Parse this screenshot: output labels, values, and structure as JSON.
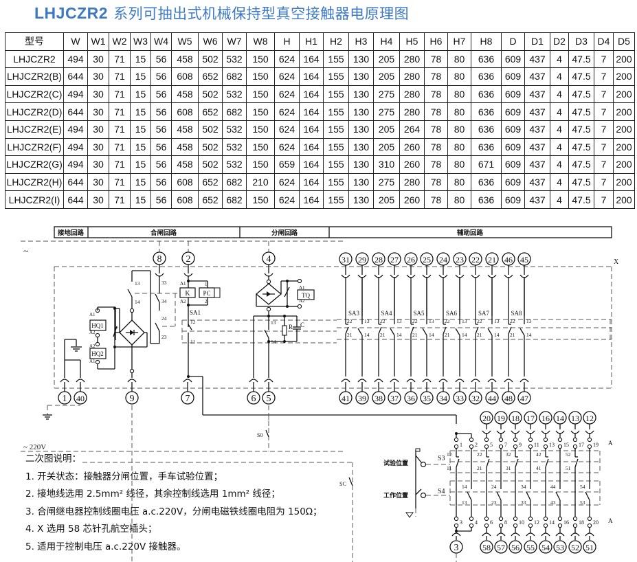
{
  "title": {
    "model": "LHJCZR2",
    "text": "系列可抽出式机械保持型真空接触器电原理图"
  },
  "table": {
    "headers": [
      "型号",
      "W",
      "W1",
      "W2",
      "W3",
      "W4",
      "W5",
      "W6",
      "W7",
      "W8",
      "H",
      "H1",
      "H2",
      "H3",
      "H4",
      "H5",
      "H6",
      "H7",
      "H8",
      "D",
      "D1",
      "D2",
      "D3",
      "D4",
      "D5"
    ],
    "rows": [
      [
        "LHJCZR2",
        "494",
        "30",
        "71",
        "15",
        "56",
        "458",
        "502",
        "532",
        "150",
        "624",
        "164",
        "155",
        "130",
        "205",
        "280",
        "78",
        "80",
        "636",
        "609",
        "437",
        "4",
        "47.5",
        "7",
        "200"
      ],
      [
        "LHJCZR2(B)",
        "644",
        "30",
        "71",
        "15",
        "56",
        "608",
        "652",
        "682",
        "150",
        "624",
        "164",
        "155",
        "130",
        "205",
        "280",
        "78",
        "80",
        "636",
        "609",
        "437",
        "4",
        "47.5",
        "7",
        "200"
      ],
      [
        "LHJCZR2(C)",
        "494",
        "30",
        "71",
        "15",
        "56",
        "458",
        "502",
        "532",
        "150",
        "624",
        "164",
        "155",
        "130",
        "275",
        "280",
        "78",
        "80",
        "636",
        "609",
        "437",
        "4",
        "47.5",
        "7",
        "200"
      ],
      [
        "LHJCZR2(D)",
        "644",
        "30",
        "71",
        "15",
        "56",
        "608",
        "652",
        "682",
        "150",
        "624",
        "164",
        "155",
        "130",
        "275",
        "280",
        "78",
        "80",
        "636",
        "609",
        "437",
        "4",
        "47.5",
        "7",
        "200"
      ],
      [
        "LHJCZR2(E)",
        "494",
        "30",
        "71",
        "15",
        "56",
        "458",
        "502",
        "532",
        "150",
        "624",
        "164",
        "155",
        "130",
        "205",
        "264",
        "78",
        "80",
        "636",
        "609",
        "437",
        "4",
        "47.5",
        "7",
        "200"
      ],
      [
        "LHJCZR2(F)",
        "494",
        "30",
        "71",
        "15",
        "56",
        "458",
        "502",
        "532",
        "150",
        "624",
        "164",
        "155",
        "130",
        "205",
        "260",
        "78",
        "80",
        "636",
        "609",
        "437",
        "4",
        "47.5",
        "7",
        "200"
      ],
      [
        "LHJCZR2(G)",
        "494",
        "30",
        "71",
        "15",
        "56",
        "458",
        "502",
        "532",
        "150",
        "659",
        "164",
        "155",
        "130",
        "310",
        "260",
        "78",
        "80",
        "671",
        "609",
        "437",
        "4",
        "47.5",
        "7",
        "200"
      ],
      [
        "LHJCZR2(H)",
        "644",
        "30",
        "71",
        "15",
        "56",
        "608",
        "652",
        "682",
        "210",
        "624",
        "164",
        "155",
        "130",
        "275",
        "280",
        "78",
        "80",
        "636",
        "609",
        "437",
        "4",
        "47.5",
        "7",
        "200"
      ],
      [
        "LHJCZR2(I)",
        "644",
        "30",
        "71",
        "15",
        "56",
        "608",
        "652",
        "682",
        "150",
        "624",
        "164",
        "155",
        "130",
        "205",
        "260",
        "78",
        "80",
        "636",
        "609",
        "437",
        "4",
        "47.5",
        "7",
        "200"
      ]
    ]
  },
  "schematic": {
    "sections": [
      "接地回路",
      "合闸回路",
      "分闸回路",
      "辅助回路"
    ],
    "supply_symbol": "~",
    "supply_label": "~ 220V",
    "plug_label": "X",
    "terminal_row_label": "A",
    "top_terminals_main": [
      "8",
      "2",
      "4"
    ],
    "top_terminals_aux": [
      "31",
      "29",
      "28",
      "27",
      "26",
      "25",
      "24",
      "23",
      "22",
      "21",
      "46",
      "45"
    ],
    "bottom_terminals_left": [
      "1",
      "40",
      "9",
      "7",
      "6",
      "5"
    ],
    "bottom_terminals_aux": [
      "41",
      "39",
      "38",
      "37",
      "36",
      "35",
      "34",
      "33",
      "32",
      "44",
      "48",
      "47"
    ],
    "aux_switches": [
      "SA3",
      "SA4",
      "SA5",
      "SA6",
      "SA7",
      "SA8"
    ],
    "aux_contact_numbers": [
      "22",
      "13",
      "21",
      "14"
    ],
    "closing": {
      "coils": [
        "HQ1",
        "HQ2"
      ],
      "coil_pins": [
        "A1",
        "A2",
        "A2",
        "A1"
      ],
      "relay": "K",
      "counter": "PC",
      "relay_pins": [
        "A1",
        "A2"
      ],
      "counter_pins": [
        "1",
        "2"
      ],
      "switch": "SA1",
      "switch_pins": [
        "12",
        "11"
      ],
      "contacts": [
        "13",
        "14",
        "33",
        "34",
        "24",
        "23"
      ]
    },
    "opening": {
      "coil": "TQ",
      "coil_pins": [
        "A1",
        "A2"
      ],
      "resistor": "R",
      "capacitor": "C",
      "contacts": [
        "13",
        "14"
      ]
    },
    "sw_S0": "S0",
    "sw_SC": "SC",
    "position_switch": {
      "labels": [
        "试验位置",
        "工作位置"
      ],
      "S3": "S3",
      "S4": "S4",
      "top_terminals": [
        "20",
        "19",
        "18",
        "17",
        "16",
        "14",
        "13",
        "12"
      ],
      "bottom_terminals": [
        "3",
        "58",
        "57",
        "56",
        "55",
        "54",
        "53",
        "52",
        "51"
      ],
      "top_pins": [
        "1",
        "2",
        "5",
        "7",
        "9",
        "11",
        "13",
        "15",
        "17",
        "19"
      ],
      "bottom_pins": [
        "3",
        "4",
        "6",
        "8",
        "10",
        "12",
        "14",
        "16",
        "18",
        "20"
      ],
      "s3_contacts": [
        [
          "12",
          "11"
        ],
        [
          "22",
          "21"
        ],
        [
          "32",
          "31"
        ],
        [
          "42",
          "41"
        ],
        [
          "52",
          "51"
        ]
      ],
      "s4_contacts": [
        [
          "14",
          "13"
        ],
        [
          "24",
          "23"
        ],
        [
          "34",
          "33"
        ],
        [
          "44",
          "43"
        ],
        [
          "54",
          "53"
        ]
      ]
    }
  },
  "notes": {
    "heading": "二次图说明：",
    "items": [
      "1. 开关状态：接触器分闸位置，手车试验位置；",
      "2. 接地线选用 2.5mm² 线径，其余控制线选用 1mm² 线径；",
      "3. 合闸继电器控制线圈电压 a.c.220V，分闸电磁铁线圈电阻为 150Ω；",
      "4. X 选用 58 芯针孔航空插头；",
      "5. 适用于控制电压 a.c.220V 接触器。"
    ]
  }
}
